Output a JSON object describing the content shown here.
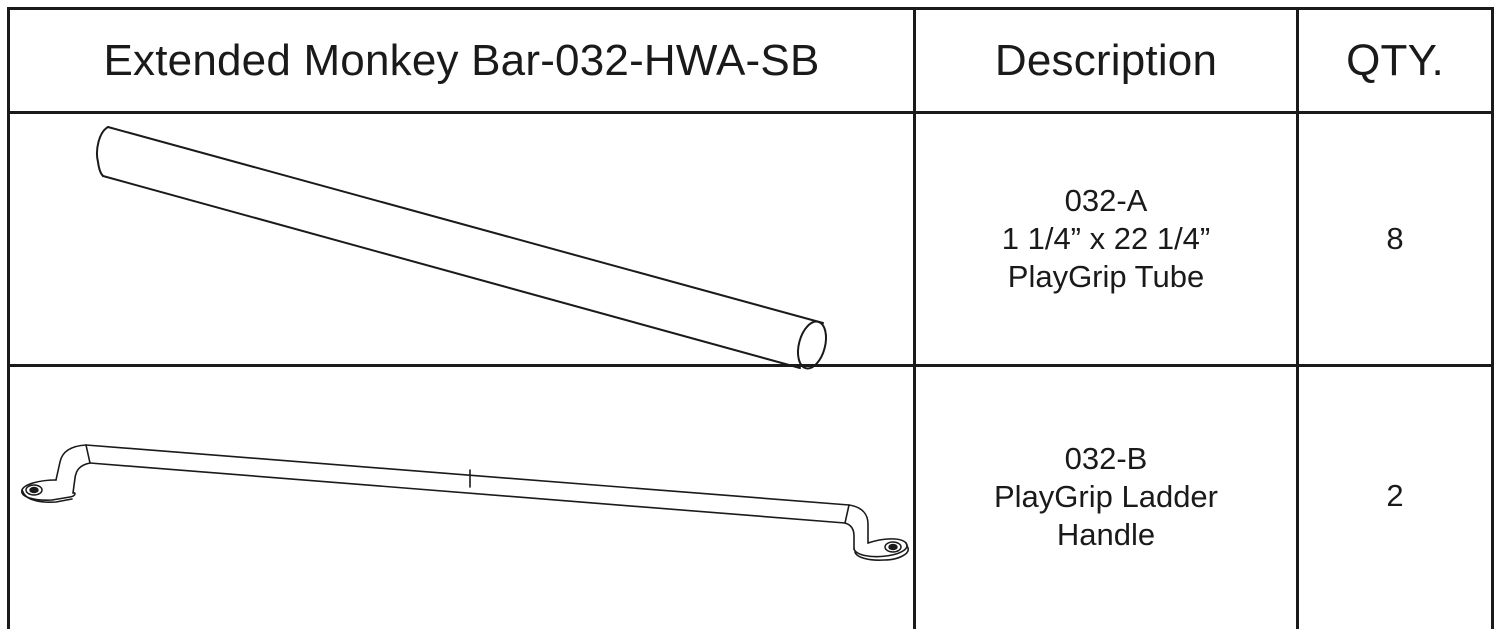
{
  "table": {
    "headers": {
      "part": "Extended Monkey Bar-032-HWA-SB",
      "description": "Description",
      "qty": "QTY."
    },
    "rows": [
      {
        "part_code": "032-A",
        "description_line_2": "1 1/4” x 22 1/4”",
        "description_line_3": "PlayGrip Tube",
        "qty": "8",
        "illustration": "tube-drawing"
      },
      {
        "part_code": "032-B",
        "description_line_2": "PlayGrip Ladder",
        "description_line_3": "Handle",
        "qty": "2",
        "illustration": "ladder-handle-drawing"
      }
    ]
  },
  "colors": {
    "line": "#1a1a1a",
    "background": "#ffffff"
  }
}
